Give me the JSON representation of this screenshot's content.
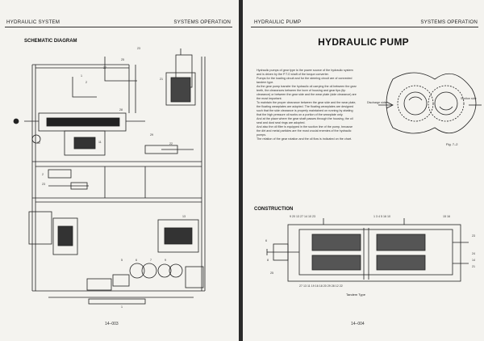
{
  "left_page": {
    "header_left": "HYDRAULIC SYSTEM",
    "header_right": "SYSTEMS OPERATION",
    "section_title": "SCHEMATIC DIAGRAM",
    "page_number": "14–003",
    "callouts": [
      "23",
      "25",
      "27",
      "1",
      "2",
      "28",
      "21",
      "12",
      "11",
      "29",
      "22",
      "13",
      "2",
      "23",
      "5",
      "6",
      "7",
      "9",
      "1"
    ]
  },
  "right_page": {
    "header_left": "HYDRAULIC PUMP",
    "header_right": "SYSTEMS OPERATION",
    "title": "HYDRAULIC PUMP",
    "paragraphs": [
      "Hydraulic pumps of gear type is the power source of the hydraulic system and is driven by the P.T.O shaft of the torque converter.",
      "Pumps for the loading circuit and for the steering circuit are of connected tandem type.",
      "As the gear pump transfer the hydraulic oil carrying the oil between the gear teeth, the clearances between the bore of housing and gear tips (tip clearance) or between the gear side and the wear plate (side clearance) are the most important.",
      "To maintain the proper clearance between the gear side and the wear plate, the floating wearplates are adopted. The floating wearplates are designed such that the side clearance is properly maintained on running by abating that the high pressure oil works on a portion of the wearplate only.",
      "And at the place where the gear shaft passes through the housing, the oil seal and dust seal rings are adopted.",
      "And also the oil filter is equipped in the suction line of the pump, because the dirt and metal particles are the most crucial enemies of the hydraulic pumps.",
      "The relation of the gear rotation and the oil flow is indicated on the chart."
    ],
    "gear_labels": {
      "discharge": "Discharge side",
      "suction": "Suction side"
    },
    "fig_label": "Fig. 7–2",
    "construction_title": "CONSTRUCTION",
    "construction_caption": "Tandem Type",
    "top_callouts": "9 20 13 27 14 10 23",
    "top_callouts_b": "1 3    4 5 16 10",
    "top_callouts_c": "15    16",
    "bottom_callouts": "27 13   11 19 16 18 20   29 28   12   22",
    "side_callouts": [
      "6",
      "8",
      "25",
      "23",
      "24",
      "14",
      "21"
    ],
    "page_number": "14–004"
  }
}
